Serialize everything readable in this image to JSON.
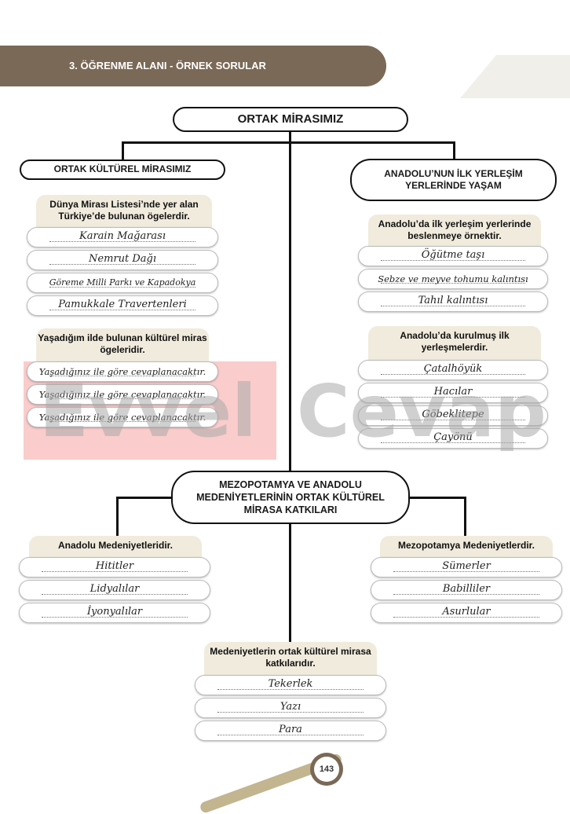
{
  "header": {
    "title": "3. ÖĞRENME ALANI - ÖRNEK SORULAR"
  },
  "main_title": "ORTAK MİRASIMIZ",
  "left_section": {
    "title": "ORTAK KÜLTÜREL MİRASIMIZ",
    "box1": {
      "heading": "Dünya Mirası Listesi’nde yer alan Türkiye’de bulunan ögelerdir.",
      "answers": [
        "Karain Mağarası",
        "Nemrut Dağı",
        "Göreme Milli Parkı ve Kapadokya",
        "Pamukkale Travertenleri"
      ]
    },
    "box2": {
      "heading": "Yaşadığım ilde bulunan kültürel miras ögeleridir.",
      "answers": [
        "Yaşadığınız ile göre cevaplanacaktır.",
        "Yaşadığınız ile göre cevaplanacaktır.",
        "Yaşadığınız ile göre cevaplanacaktır."
      ]
    }
  },
  "right_section": {
    "title": "ANADOLU’NUN İLK YERLEŞİM YERLERİNDE YAŞAM",
    "box1": {
      "heading": "Anadolu’da ilk yerleşim yerlerinde beslenmeye örnektir.",
      "answers": [
        "Öğütme taşı",
        "Sebze ve meyve tohumu kalıntısı",
        "Tahıl kalıntısı"
      ]
    },
    "box2": {
      "heading": "Anadolu’da kurulmuş ilk yerleşmelerdir.",
      "answers": [
        "Çatalhöyük",
        "Hacılar",
        "Göbeklitepe",
        "Çayönü"
      ]
    }
  },
  "middle_section": {
    "title": "MEZOPOTAMYA VE ANADOLU MEDENİYETLERİNİN ORTAK KÜLTÜREL MİRASA KATKILARI",
    "left_box": {
      "heading": "Anadolu Medeniyetleridir.",
      "answers": [
        "Hititler",
        "Lidyalılar",
        "İyonyalılar"
      ]
    },
    "right_box": {
      "heading": "Mezopotamya Medeniyetlerdir.",
      "answers": [
        "Sümerler",
        "Babilliler",
        "Asurlular"
      ]
    },
    "bottom_box": {
      "heading": "Medeniyetlerin ortak kültürel mirasa katkılarıdır.",
      "answers": [
        "Tekerlek",
        "Yazı",
        "Para"
      ]
    }
  },
  "watermark": {
    "text1": "Evvel",
    "text2": "Cevap"
  },
  "page_number": "143",
  "colors": {
    "header_bg": "#7a6956",
    "box_bg": "#f0ebdc",
    "watermark_red": "#f06e6e"
  }
}
